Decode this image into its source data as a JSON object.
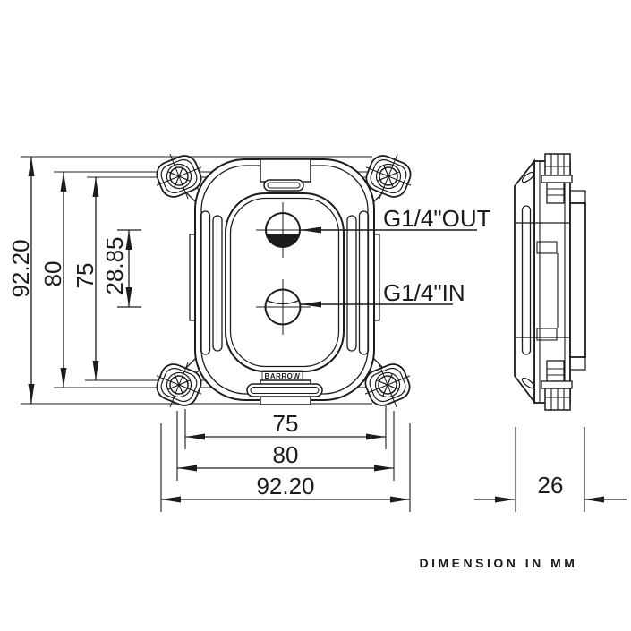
{
  "front_view": {
    "labels": {
      "out": "G1/4\"OUT",
      "in": "G1/4\"IN"
    },
    "logo": "BARROW"
  },
  "dimensions": {
    "vertical": {
      "total": "92.20",
      "body": "80",
      "inner": "75",
      "port_spacing": "28.85"
    },
    "horizontal": {
      "inner": "75",
      "body": "80",
      "total": "92.20"
    },
    "depth": "26"
  },
  "note": "DIMENSION IN MM",
  "colors": {
    "line": "#1c1c1c",
    "background": "#ffffff"
  }
}
